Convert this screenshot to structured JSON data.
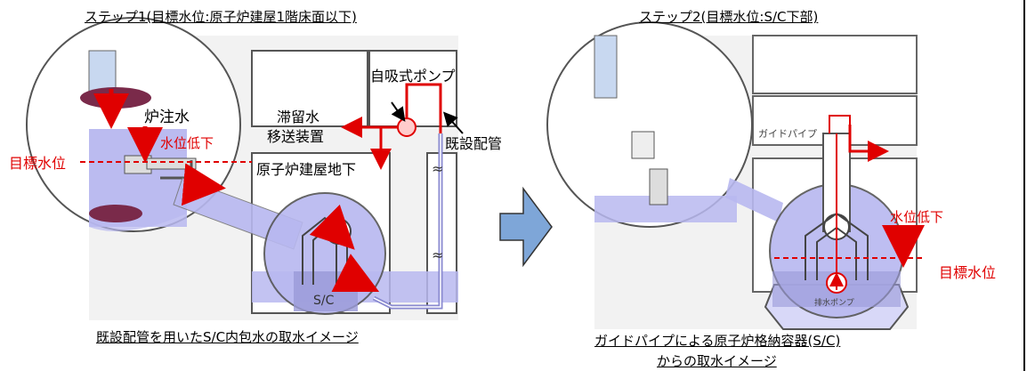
{
  "step1": {
    "title": "ステップ1(目標水位:原子炉建屋1階床面以下)",
    "caption": "既設配管を用いたS/C内包水の取水イメージ",
    "labels": {
      "core_injection": "炉注水",
      "water_drop": "水位低下",
      "target_level": "目標水位",
      "transfer_device_1": "滞留水",
      "transfer_device_2": "移送装置",
      "self_priming_pump": "自吸式ポンプ",
      "existing_piping": "既設配管",
      "reactor_basement": "原子炉建屋地下",
      "sc": "S/C"
    }
  },
  "step2": {
    "title": "ステップ2(目標水位:S/C下部)",
    "caption_1": "ガイドパイプによる原子炉格納容器(S/C)",
    "caption_2": "からの取水イメージ",
    "labels": {
      "guide_pipe": "ガイドパイプ",
      "water_drop": "水位低下",
      "target_level": "目標水位",
      "drain_pump": "排水ポンプ"
    }
  },
  "colors": {
    "water": "#b8b8f0",
    "arrow_red": "#e00000",
    "transition_arrow": "#7ea6d8"
  }
}
